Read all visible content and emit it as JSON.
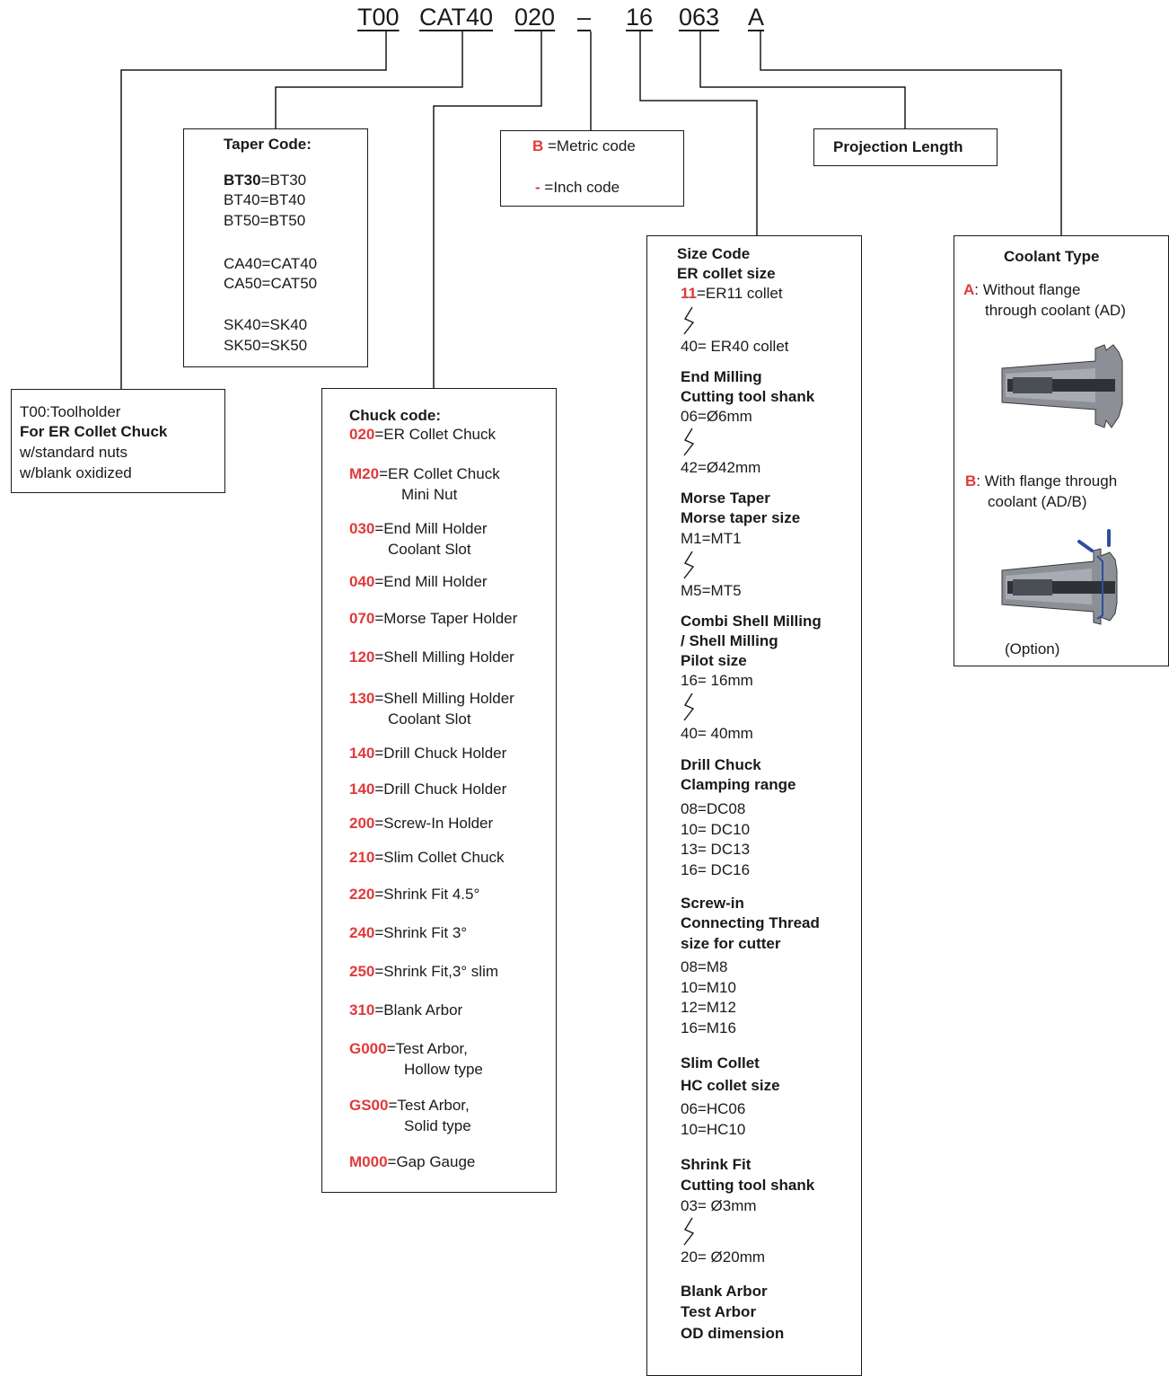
{
  "header": {
    "codes": [
      "T00",
      "CAT40",
      "020",
      "–",
      "16",
      "063",
      "A"
    ]
  },
  "t00_box": {
    "line1": "T00:Toolholder",
    "line2": "For ER Collet Chuck",
    "line3": "w/standard nuts",
    "line4": "w/blank oxidized"
  },
  "taper_box": {
    "title": "Taper Code:",
    "r1_code": "BT30",
    "r1_rest": "=BT30",
    "r2": "BT40=BT40",
    "r3": "BT50=BT50",
    "r4": "CA40=CAT40",
    "r5": "CA50=CAT50",
    "r6": "SK40=SK40",
    "r7": "SK50=SK50"
  },
  "metric_box": {
    "b_code": "B",
    "b_text": " =Metric code",
    "dash_code": "-",
    "dash_text": " =Inch code"
  },
  "projection_box": {
    "title": "Projection Length"
  },
  "chuck_box": {
    "title": "Chuck code:",
    "items": [
      {
        "code": "020",
        "text": "=ER Collet Chuck",
        "sub": ""
      },
      {
        "code": "M20",
        "text": "=ER Collet Chuck",
        "sub": "Mini Nut"
      },
      {
        "code": "030",
        "text": "=End Mill Holder",
        "sub": "Coolant Slot"
      },
      {
        "code": "040",
        "text": "=End Mill Holder",
        "sub": ""
      },
      {
        "code": "070",
        "text": "=Morse Taper Holder",
        "sub": ""
      },
      {
        "code": "120",
        "text": "=Shell Milling Holder",
        "sub": ""
      },
      {
        "code": "130",
        "text": "=Shell Milling Holder",
        "sub": "Coolant Slot"
      },
      {
        "code": "140",
        "text": "=Drill Chuck Holder",
        "sub": ""
      },
      {
        "code": "140",
        "text": "=Drill Chuck Holder",
        "sub": ""
      },
      {
        "code": "200",
        "text": "=Screw-In Holder",
        "sub": ""
      },
      {
        "code": "210",
        "text": "=Slim Collet Chuck",
        "sub": ""
      },
      {
        "code": "220",
        "text": "=Shrink Fit 4.5°",
        "sub": ""
      },
      {
        "code": "240",
        "text": "=Shrink Fit 3°",
        "sub": ""
      },
      {
        "code": "250",
        "text": "=Shrink Fit,3° slim",
        "sub": ""
      },
      {
        "code": "310",
        "text": "=Blank Arbor",
        "sub": ""
      },
      {
        "code": "G000",
        "text": "=Test Arbor,",
        "sub": "Hollow type"
      },
      {
        "code": "GS00",
        "text": "=Test Arbor,",
        "sub": "Solid type"
      },
      {
        "code": "M000",
        "text": "=Gap Gauge",
        "sub": ""
      }
    ]
  },
  "size_box": {
    "er_title1": "Size Code",
    "er_title2": "ER collet size",
    "er_first_code": "11",
    "er_first_text": "=ER11 collet",
    "er_last": "40= ER40 collet",
    "em_title1": "End Milling",
    "em_title2": "Cutting tool shank",
    "em_first": "06=Ø6mm",
    "em_last": "42=Ø42mm",
    "mt_title1": "Morse Taper",
    "mt_title2": "Morse taper size",
    "mt_first": "M1=MT1",
    "mt_last": "M5=MT5",
    "sm_title1": "Combi Shell Milling",
    "sm_title2": "/ Shell Milling",
    "sm_title3": "Pilot size",
    "sm_first": "16= 16mm",
    "sm_last": "40= 40mm",
    "dc_title1": "Drill Chuck",
    "dc_title2": "Clamping range",
    "dc_r1": "08=DC08",
    "dc_r2": "10= DC10",
    "dc_r3": "13= DC13",
    "dc_r4": "16= DC16",
    "si_title1": "Screw-in",
    "si_title2": "Connecting Thread",
    "si_title3": "size for cutter",
    "si_r1": "08=M8",
    "si_r2": "10=M10",
    "si_r3": "12=M12",
    "si_r4": "16=M16",
    "sc_title1": "Slim Collet",
    "sc_title2": "HC collet size",
    "sc_r1": "06=HC06",
    "sc_r2": "10=HC10",
    "sf_title1": "Shrink Fit",
    "sf_title2": "Cutting tool shank",
    "sf_first": "03= Ø3mm",
    "sf_last": "20= Ø20mm",
    "ba_title1": "Blank Arbor",
    "ba_title2": "Test Arbor",
    "ba_title3": "OD dimension"
  },
  "coolant_box": {
    "title": "Coolant Type",
    "a_code": "A",
    "a_text1": ": Without flange",
    "a_text2": "through coolant (AD)",
    "b_code": "B",
    "b_text1": ": With flange through",
    "b_text2": "coolant (AD/B)",
    "option": "(Option)"
  },
  "colors": {
    "accent_red": "#e03a3a",
    "line": "#1a1a1a",
    "arrow_blue": "#2f4f9f"
  }
}
